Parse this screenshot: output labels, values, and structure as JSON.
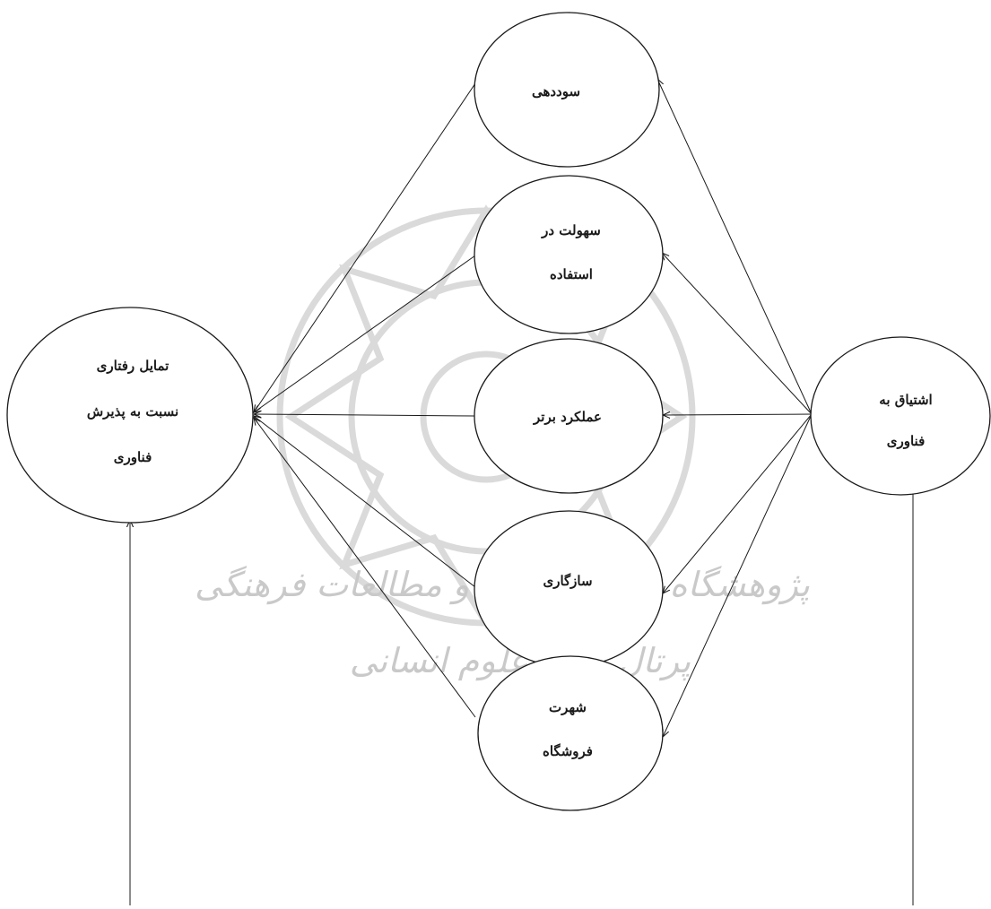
{
  "nodes": {
    "intention": [
      "تمایل رفتاری",
      "نسبت به پذیرش",
      "فناوری"
    ],
    "profit": [
      "سوددهی"
    ],
    "ease": [
      "سهولت در",
      "استفاده"
    ],
    "performance": [
      "عملکرد برتر"
    ],
    "compatibility": [
      "سازگاری"
    ],
    "reputation": [
      "شهرت",
      "فروشگاه"
    ],
    "enthusiasm": [
      "اشتیاق به",
      "فناوری"
    ]
  },
  "watermark": {
    "line1": "پژوهشگاه علوم انسانی و مطالعات فرهنگی",
    "line2": "پرتال جامع علوم انسانی"
  },
  "colors": {
    "stroke": "#1a1a1a",
    "watermark": "#c9c9c9"
  }
}
